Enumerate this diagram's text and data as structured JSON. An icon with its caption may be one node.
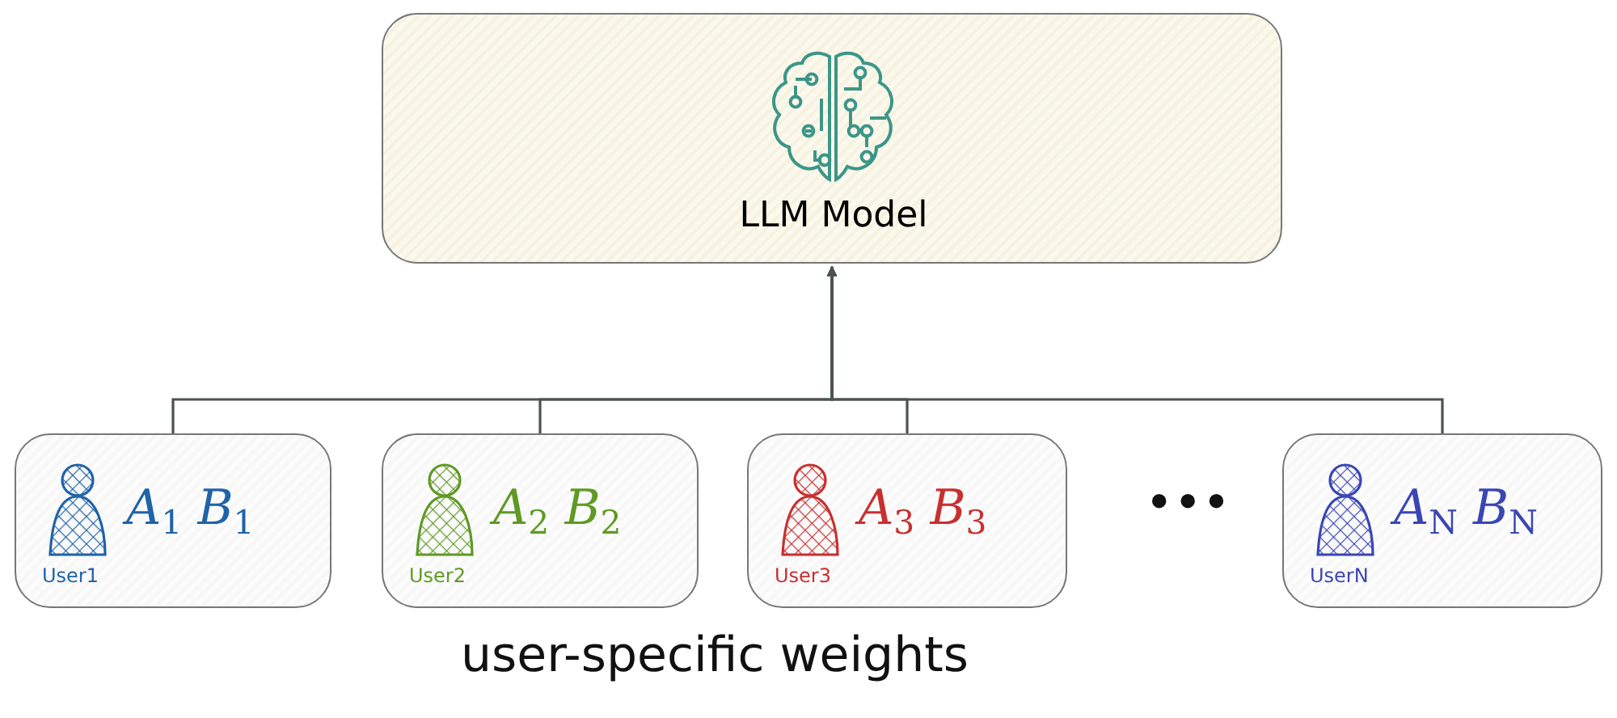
{
  "diagram": {
    "nodes": [
      {
        "text": [
          "LLM Model"
        ]
      },
      {
        "text": [
          "A$_{1}$ B$_{1}$",
          "User1"
        ]
      },
      {
        "text": [
          "A$_{2}$ B$_{2}$",
          "User2"
        ]
      },
      {
        "text": [
          "A$_{3}$ B$_{3}$",
          "User3"
        ]
      },
      {
        "text": [
          "A$_{N}$ B$_{N}$",
          "UserN"
        ]
      }
    ],
    "edges": [
      {
        "from": 1,
        "to": 0,
        "arrow": "to"
      },
      {
        "from": 2,
        "to": 0,
        "arrow": "to"
      },
      {
        "from": 3,
        "to": 0,
        "arrow": "to"
      },
      {
        "from": 4,
        "to": 0,
        "arrow": "to"
      }
    ],
    "labels": [
      "•••",
      "user-specific weights"
    ]
  }
}
